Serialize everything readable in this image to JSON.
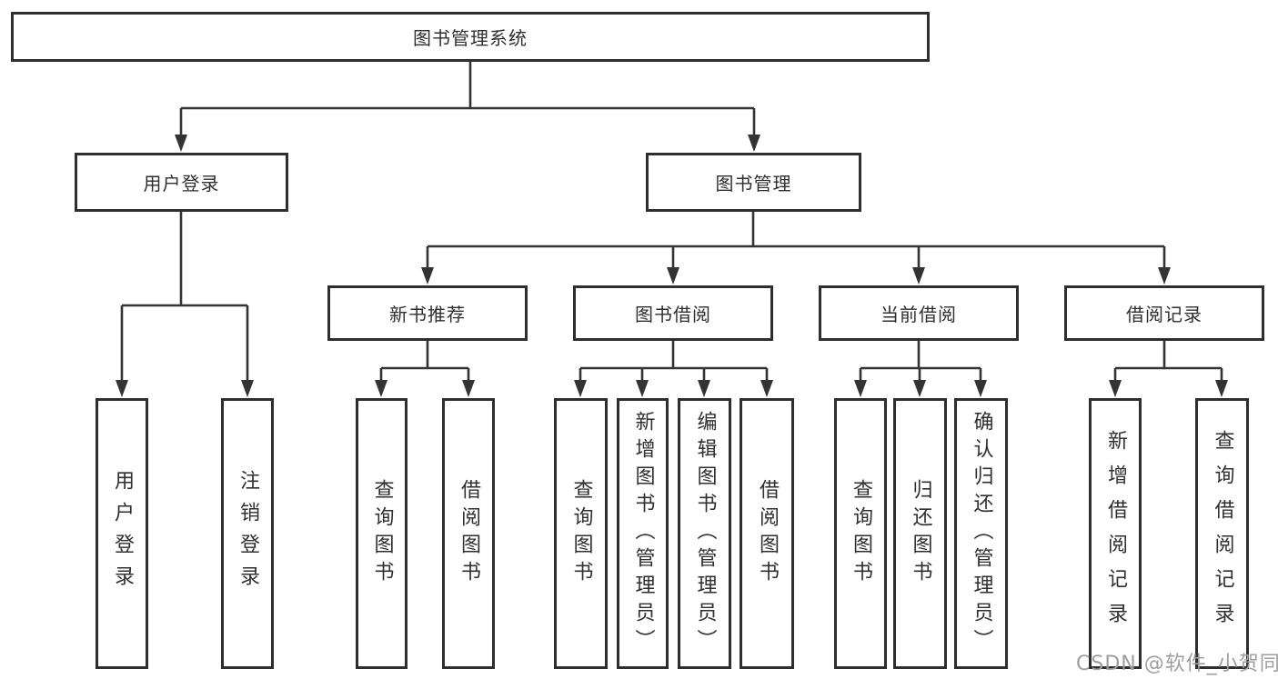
{
  "diagram": {
    "root": "图书管理系统",
    "branches": [
      {
        "label": "用户登录",
        "children": [
          "用户登录",
          "注销登录"
        ]
      },
      {
        "label": "图书管理",
        "sections": [
          {
            "label": "新书推荐",
            "children": [
              "查询图书",
              "借阅图书"
            ]
          },
          {
            "label": "图书借阅",
            "children": [
              "查询图书",
              "新增图书（管理员）",
              "编辑图书（管理员）",
              "借阅图书"
            ]
          },
          {
            "label": "当前借阅",
            "children": [
              "查询图书",
              "归还图书",
              "确认归还（管理员）"
            ]
          },
          {
            "label": "借阅记录",
            "children": [
              "新增借阅记录",
              "查询借阅记录"
            ]
          }
        ]
      }
    ]
  },
  "watermark": "CSDN @软件_小贺同学",
  "colors": {
    "line": "#333333",
    "box_border": "#2e2e2e",
    "text": "#2f2f2f",
    "watermark": "#9e9e9e",
    "background": "#ffffff"
  }
}
